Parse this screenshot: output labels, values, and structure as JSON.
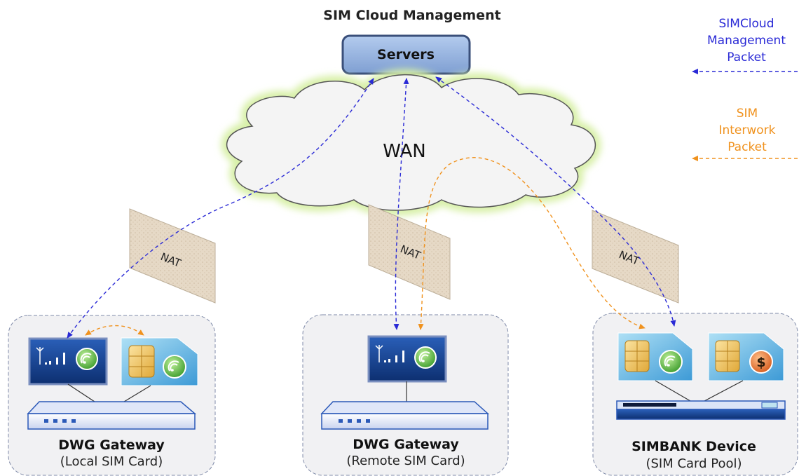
{
  "title": "SIM Cloud Management",
  "server": {
    "label": "Servers"
  },
  "cloud": {
    "label": "WAN"
  },
  "nat": {
    "label": "NAT"
  },
  "legend": [
    {
      "lines": [
        "SIMCloud",
        "Management",
        "Packet"
      ],
      "color": "#2a2ad6"
    },
    {
      "lines": [
        "SIM",
        "Interwork",
        "Packet"
      ],
      "color": "#f0921e"
    }
  ],
  "devices": [
    {
      "name": "DWG Gateway",
      "subtitle": "(Local SIM Card)"
    },
    {
      "name": "DWG Gateway",
      "subtitle": "(Remote SIM Card)"
    },
    {
      "name": "SIMBANK Device",
      "subtitle": "(SIM Card Pool)"
    }
  ],
  "colors": {
    "management_packet": "#2a2ad6",
    "interwork_packet": "#f0921e",
    "server_fill": "#8fb0e0",
    "server_border": "#3a4f7a",
    "cloud_glow": "#d8f0a8",
    "nat_fill": "#e6d9c6",
    "panel_fill": "#f1f1f3",
    "device_blue": "#2b59b8"
  },
  "icons": [
    "signal-bars-icon",
    "wireless-globe-icon",
    "sim-chip-icon",
    "dollar-coin-icon",
    "router-icon",
    "simbank-server-icon"
  ]
}
